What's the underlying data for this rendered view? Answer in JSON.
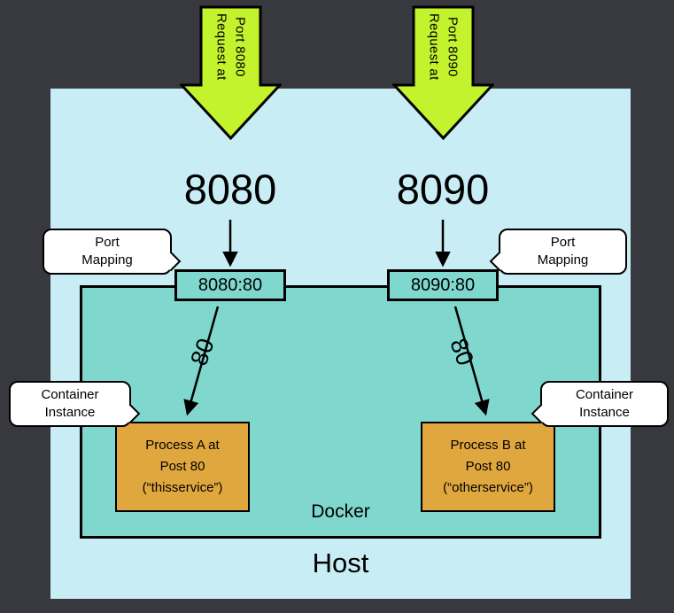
{
  "colors": {
    "background": "#38383f",
    "host_bg": "#c9edf4",
    "docker_bg": "#7fd7ce",
    "arrow_green": "#c3f32c",
    "process_bg": "#e0a73e",
    "bubble_bg": "#ffffff",
    "line": "#000000"
  },
  "request_arrows": [
    {
      "line1": "Request at",
      "line2": "Port 8080"
    },
    {
      "line1": "Request at",
      "line2": "Port 8090"
    }
  ],
  "ports": [
    {
      "number": "8080",
      "mapping": "8080:80",
      "container_port": "80",
      "process": {
        "line1": "Process A at",
        "line2": "Post 80",
        "line3": "(“thisservice”)"
      }
    },
    {
      "number": "8090",
      "mapping": "8090:80",
      "container_port": "80",
      "process": {
        "line1": "Process B at",
        "line2": "Post 80",
        "line3": "(“otherservice”)"
      }
    }
  ],
  "bubbles": {
    "port_mapping": {
      "line1": "Port",
      "line2": "Mapping"
    },
    "container_instance": {
      "line1": "Container",
      "line2": "Instance"
    }
  },
  "labels": {
    "docker": "Docker",
    "host": "Host"
  }
}
